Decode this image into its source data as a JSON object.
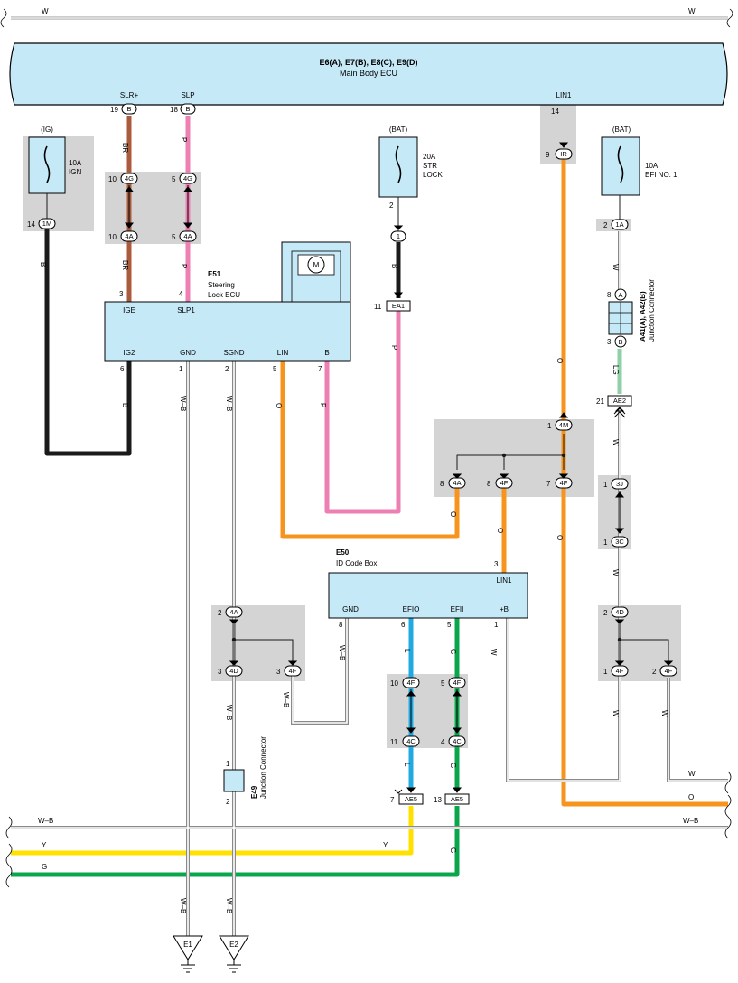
{
  "colors": {
    "ecu_fill": "#c6e9f8",
    "shade": "#d4d4d4",
    "wire_black": "#1a1a1a",
    "wire_brown": "#a95b3c",
    "wire_pink": "#ee7fb3",
    "wire_orange": "#f7941d",
    "wire_blue": "#21aae2",
    "wire_green": "#0aa64b",
    "wire_yellow": "#ffe100",
    "wire_lightgreen": "#8fd0a8"
  },
  "top_wire": {
    "label_left": "W",
    "label_right": "W"
  },
  "main_ecu": {
    "title": "E6(A), E7(B), E8(C), E9(D)",
    "name": "Main Body ECU",
    "pins": [
      {
        "name": "SLR+",
        "num": "19",
        "conn": "B"
      },
      {
        "name": "SLP",
        "num": "18",
        "conn": "B"
      },
      {
        "name": "LIN1",
        "num": "14",
        "conn": ""
      }
    ]
  },
  "fuses": [
    {
      "source": "(IG)",
      "rating": "10A",
      "name": "IGN",
      "pin": "14",
      "conn": "1M"
    },
    {
      "source": "(BAT)",
      "rating": "20A",
      "name": "STR LOCK",
      "name_line1": "STR",
      "name_line2": "LOCK",
      "pin": "2",
      "conn": "1"
    },
    {
      "source": "(BAT)",
      "rating": "10A",
      "name": "EFI NO. 1",
      "pin": "2",
      "conn": "1A"
    }
  ],
  "steering_ecu": {
    "code": "E51",
    "name_line1": "Steering",
    "name_line2": "Lock ECU",
    "motor": "M",
    "top_pins": [
      {
        "name": "IGE",
        "num": "3"
      },
      {
        "name": "SLP1",
        "num": "4"
      }
    ],
    "bottom_pins": [
      {
        "name": "IG2",
        "num": "6"
      },
      {
        "name": "GND",
        "num": "1"
      },
      {
        "name": "SGND",
        "num": "2"
      },
      {
        "name": "LIN",
        "num": "5"
      },
      {
        "name": "B",
        "num": "7"
      }
    ]
  },
  "id_box": {
    "code": "E50",
    "name": "ID Code Box",
    "top_pin": {
      "name": "LIN1",
      "num": "3"
    },
    "bottom_pins": [
      {
        "name": "GND",
        "num": "8"
      },
      {
        "name": "EFIO",
        "num": "6"
      },
      {
        "name": "EFII",
        "num": "5"
      },
      {
        "name": "+B",
        "num": "1"
      }
    ]
  },
  "junction_a41": {
    "title": "A41(A), A42(B)",
    "name": "Junction Connector",
    "pin_top": "8",
    "conn_top": "A",
    "pin_bot": "3",
    "conn_bot": "B"
  },
  "junction_e49": {
    "title": "E49",
    "name": "Junction Connector",
    "pin_top": "1",
    "pin_bot": "2"
  },
  "connectors": {
    "c_4g_10": "4G",
    "n_4g_10": "10",
    "c_4g_5": "4G",
    "n_4g_5": "5",
    "c_4a_10": "4A",
    "n_4a_10": "10",
    "c_4a_5": "4A",
    "n_4a_5": "5",
    "c_ir": "IR",
    "n_ir": "9",
    "c_ea1": "EA1",
    "n_ea1": "11",
    "c_ae2": "AE2",
    "n_ae2": "21",
    "c_4m": "4M",
    "n_4m": "1",
    "c_4a_8": "4A",
    "n_4a_8": "8",
    "c_4f_8": "4F",
    "n_4f_8": "8",
    "c_4f_7": "4F",
    "n_4f_7": "7",
    "c_3j": "3J",
    "n_3j": "1",
    "c_3c": "3C",
    "n_3c": "1",
    "c_4d_2": "4D",
    "n_4d_2": "2",
    "c_4f_1": "4F",
    "n_4f_1": "1",
    "c_4f_2": "4F",
    "n_4f_2": "2",
    "c_4a_2": "4A",
    "n_4a_2": "2",
    "c_4d_3": "4D",
    "n_4d_3": "3",
    "c_4f_3": "4F",
    "n_4f_3": "3",
    "c_4f_10": "4F",
    "n_4f_10": "10",
    "c_4f_5": "4F",
    "n_4f_5": "5",
    "c_4c_11": "4C",
    "n_4c_11": "11",
    "c_4c_4": "4C",
    "n_4c_4": "4",
    "c_ae5_7": "AE5",
    "n_ae5_7": "7",
    "c_ae5_13": "AE5",
    "n_ae5_13": "13"
  },
  "wire_labels": {
    "br1": "BR",
    "p1": "P",
    "br2": "BR",
    "p2": "P",
    "b_ign": "B",
    "b_str": "B",
    "p_str": "P",
    "b_ig2": "B",
    "wb_gnd": "W–B",
    "wb_sgnd": "W–B",
    "o_lin": "O",
    "p_b": "P",
    "o_lin1": "O",
    "w_efi": "W",
    "lg": "LG",
    "w_ae2": "W",
    "o_h": "O",
    "o_4f8": "O",
    "o_7f": "O",
    "w_3c": "W",
    "w_4f1": "W",
    "w_4f2": "W",
    "w_plusb": "W",
    "wb_gnd2": "W–B",
    "l1": "L",
    "g1": "G",
    "wb_4f3": "W–B",
    "wb_4d": "W–B",
    "l2": "L",
    "g2": "G",
    "w_right": "W",
    "o_right": "O",
    "wb_bus_l": "W–B",
    "wb_bus_r": "W–B",
    "y_l": "Y",
    "y_r": "Y",
    "g_l": "G",
    "g_r": "G",
    "wb_e1": "W–B",
    "wb_e2": "W–B"
  },
  "grounds": [
    {
      "name": "E1"
    },
    {
      "name": "E2"
    }
  ]
}
